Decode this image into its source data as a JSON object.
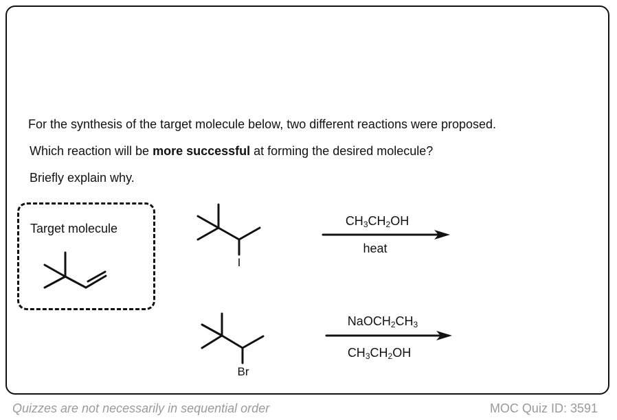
{
  "question": {
    "line1": "For the synthesis of the target molecule below, two different reactions were proposed.",
    "line2_pre": "Which reaction will be ",
    "line2_bold": "more successful",
    "line2_post": " at forming the desired molecule?",
    "line3": "Briefly explain why."
  },
  "target": {
    "label": "Target molecule"
  },
  "reaction1": {
    "atom_label": "I",
    "above": [
      {
        "t": "CH"
      },
      {
        "s": "3"
      },
      {
        "t": "CH"
      },
      {
        "s": "2"
      },
      {
        "t": "OH"
      }
    ],
    "below": "heat"
  },
  "reaction2": {
    "atom_label": "Br",
    "above": [
      {
        "t": "NaOCH"
      },
      {
        "s": "2"
      },
      {
        "t": "CH"
      },
      {
        "s": "3"
      }
    ],
    "below": [
      {
        "t": "CH"
      },
      {
        "s": "3"
      },
      {
        "t": "CH"
      },
      {
        "s": "2"
      },
      {
        "t": "OH"
      }
    ]
  },
  "footer": {
    "note": "Quizzes are not necessarily in sequential order",
    "quiz_id": "MOC Quiz ID: 3591"
  }
}
